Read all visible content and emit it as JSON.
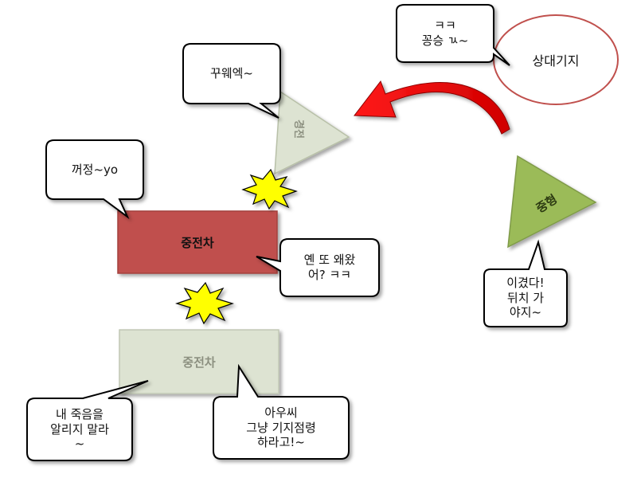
{
  "units": {
    "heavy_tank_top": "중전차",
    "heavy_tank_bottom": "중전차",
    "light_tank": "경전",
    "medium_tank": "중형",
    "enemy_base": "상대기지"
  },
  "bubbles": {
    "enemy_base": [
      "ㅋㅋ",
      "꽁승 ㄳ~"
    ],
    "light_tank": [
      "꾸웨엑~"
    ],
    "heavy_tank_top_left": [
      "꺼정~yo"
    ],
    "heavy_tank_top_right": [
      "옌 또 왜왔",
      "어? ㅋㅋ"
    ],
    "medium_tank": [
      "이겼다!",
      "뒤치 가",
      "야지~"
    ],
    "bottom_left": [
      "내 죽음을",
      "알리지 말라",
      "~"
    ],
    "bottom_right": [
      "아우씨",
      "그냥 기지점령",
      "하라고!~"
    ]
  },
  "colors": {
    "heavy_red": "#c0504d",
    "gray_green": "#dde3d2",
    "medium_green": "#9bbb59",
    "arrow_red": "#ff0000",
    "explosion_yellow": "#ffff00"
  }
}
